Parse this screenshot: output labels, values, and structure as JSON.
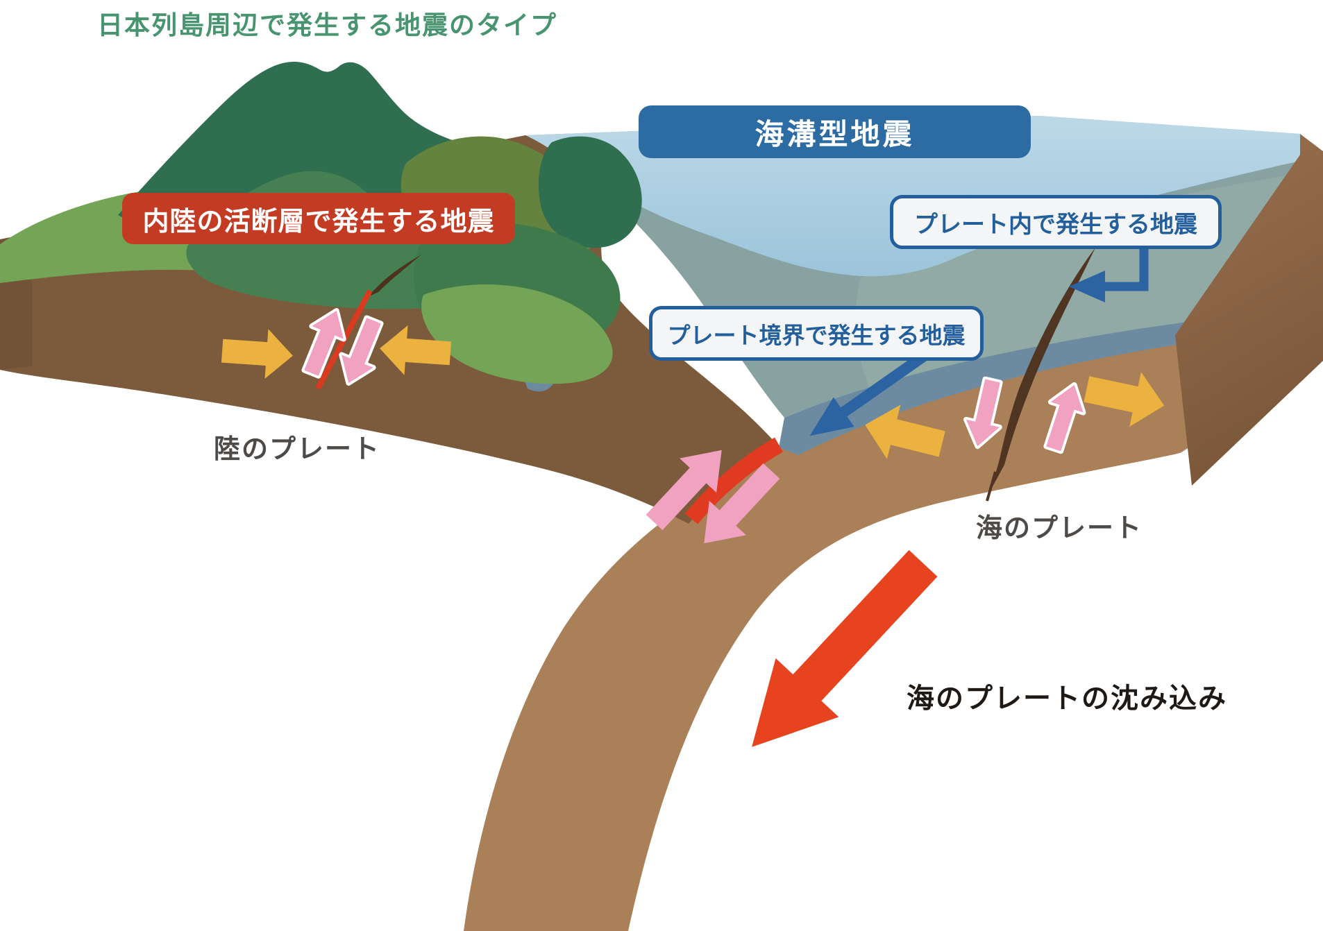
{
  "title": {
    "text": "日本列島周辺で発生する地震のタイプ",
    "color": "#47946f"
  },
  "callouts": {
    "trench_type": {
      "text": "海溝型地震",
      "bg": "#2d6ba3",
      "fg": "#ffffff"
    },
    "inland_fault": {
      "text": "内陸の活断層で発生する地震",
      "bg": "#c43b24",
      "fg": "#ffffff"
    },
    "intraplate": {
      "text": "プレート内で発生する地震",
      "bg": "#f3f5f7",
      "border": "#235f9d",
      "fg": "#235f9d"
    },
    "plate_boundary": {
      "text": "プレート境界で発生する地震",
      "bg": "#f3f5f7",
      "border": "#235f9d",
      "fg": "#235f9d"
    }
  },
  "plate_labels": {
    "land_plate": {
      "text": "陸のプレート",
      "color": "#4d4a47"
    },
    "ocean_plate": {
      "text": "海のプレート",
      "color": "#4d4a47"
    },
    "subduction": {
      "text": "海のプレートの沈み込み",
      "color": "#1f1915"
    }
  },
  "scene_colors": {
    "background": "#ffffff",
    "sea_surface": "#a9cce0",
    "sea_slope_dark": "#87a2a0",
    "sea_slope_light": "#92aaa6",
    "sea_front_face": "#6d8ba0",
    "land_plate": "#7c5b3d",
    "land_side_face": "#6b4c34",
    "ocean_plate_slab": "#a98057",
    "block_side_face_top": "#9a7150",
    "block_side_face_bottom": "#7b573a",
    "mountain_dark": "#2f6e4e",
    "mountain_mid": "#468052",
    "mountain_front": "#3f7a4c",
    "mountain_light": "#74a455",
    "mountain_olive": "#64833e",
    "fault_line_red": "#d93a20",
    "plate_boundary_red": "#e03b20",
    "crack_dark": "#4b331f"
  },
  "arrow_colors": {
    "compression_yellow": "#ecb23f",
    "fault_motion_pink": "#f0a2c0",
    "subduction_red": "#e8431f",
    "pointer_blue": "#2b63a3"
  }
}
